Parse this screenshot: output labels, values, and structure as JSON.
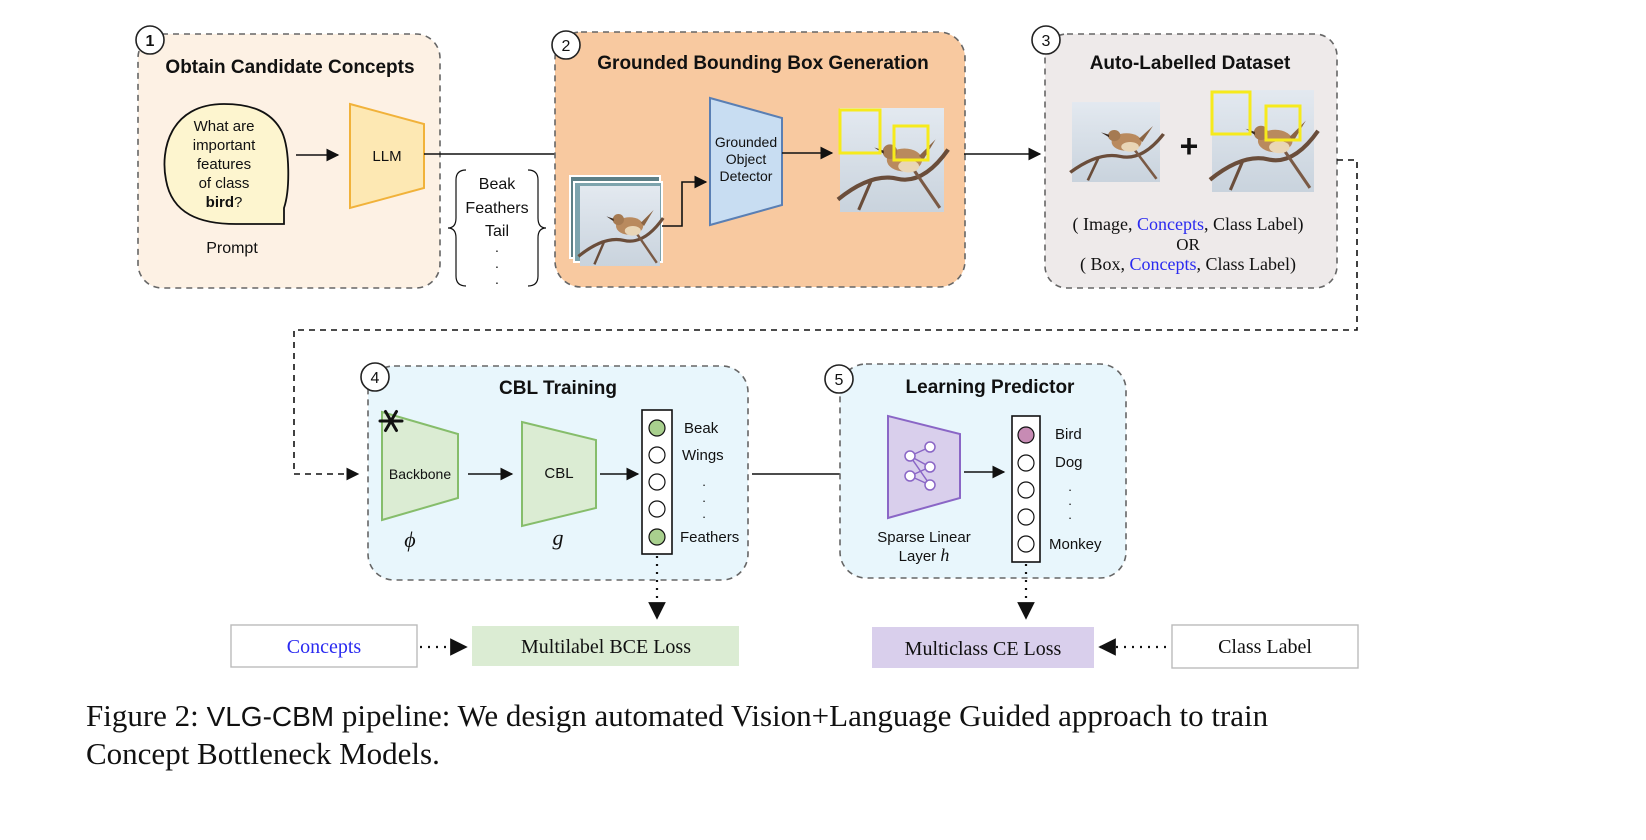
{
  "stages": {
    "s1": {
      "num": "1",
      "title": "Obtain Candidate Concepts",
      "bubble": [
        "What are",
        "important",
        "features",
        "of class"
      ],
      "bubble_bold": "bird",
      "bubble_q": "?",
      "prompt": "Prompt",
      "llm": "LLM"
    },
    "s2": {
      "num": "2",
      "title": "Grounded Bounding Box Generation",
      "detector": [
        "Grounded",
        "Object",
        "Detector"
      ]
    },
    "s3": {
      "num": "3",
      "title": "Auto-Labelled Dataset",
      "plus": "+",
      "line1": {
        "a": "( Image, ",
        "b": "Concepts",
        "c": ", Class Label)"
      },
      "or": "OR",
      "line2": {
        "a": "( Box, ",
        "b": "Concepts",
        "c": ", Class Label)"
      }
    },
    "s4": {
      "num": "4",
      "title": "CBL Training",
      "backbone": "Backbone",
      "phi": "ϕ",
      "cbl": "CBL",
      "g": "g",
      "concepts": [
        "Beak",
        "Wings",
        "Feathers"
      ]
    },
    "s5": {
      "num": "5",
      "title": "Learning Predictor",
      "sparse1": "Sparse Linear",
      "sparse2": "Layer ",
      "h": "h",
      "classes": [
        "Bird",
        "Dog",
        "Monkey"
      ]
    }
  },
  "candidate_concepts": [
    "Beak",
    "Feathers",
    "Tail"
  ],
  "losses": {
    "concepts_box": "Concepts",
    "bce": "Multilabel BCE Loss",
    "ce": "Multiclass CE Loss",
    "class_label_box": "Class Label"
  },
  "caption": {
    "prefix": "Figure 2: ",
    "name": "VLG-CBM",
    "rest_line1": " pipeline: We design automated Vision+Language Guided approach to train",
    "line2": "Concept Bottleneck Models."
  },
  "colors": {
    "stage1_fill": "#fdf1e4",
    "stage2_fill": "#f8c9a0",
    "stage3_fill": "#eeeaea",
    "stage45_fill": "#e8f6fc",
    "llm": "#fde8b3",
    "llm_stroke": "#f1b23a",
    "detector": "#c8ddf2",
    "detector_stroke": "#5a7fb4",
    "green": "#dbecd3",
    "green_stroke": "#86bd6b",
    "purple": "#d9cfec",
    "purple_stroke": "#8a66c6",
    "bbox": "#f6ea1c",
    "concept_blue": "#2a2af0"
  }
}
